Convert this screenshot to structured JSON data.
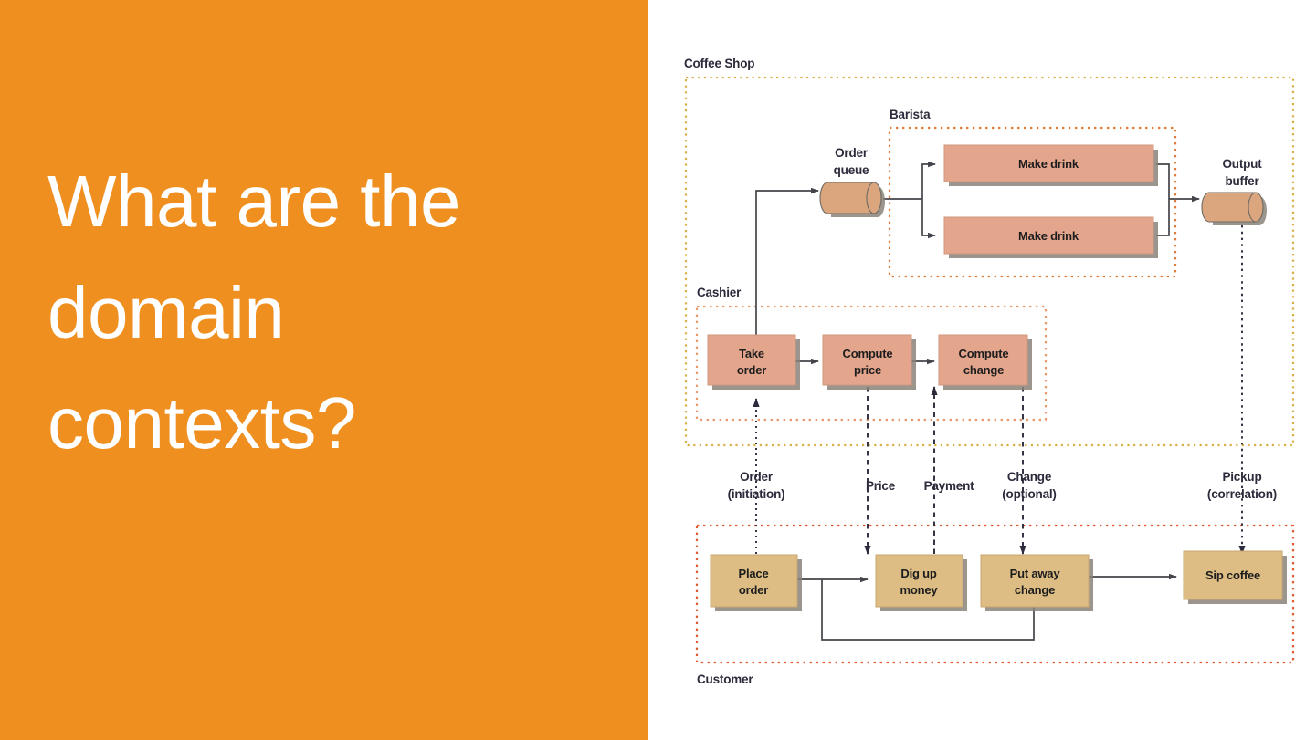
{
  "slide": {
    "title_line1": "What are the",
    "title_line2": "domain",
    "title_line3": "contexts?",
    "title_full": "What are the\ndomain\ncontexts?",
    "accent_color": "#ef8f1f",
    "title_color": "#ffffff",
    "background_color": "#ffffff"
  },
  "diagram": {
    "colors": {
      "coffee_shop_border": "#d8b04a",
      "barista_border": "#e07d3a",
      "cashier_border": "#e89a6e",
      "customer_border": "#e05a32",
      "process_fill": "#e4a58d",
      "customer_fill": "#ddbd84",
      "store_fill": "#dba57d",
      "shadow": "#8a8279",
      "line": "#44444a",
      "text": "#2b2b3c"
    },
    "contexts": [
      {
        "id": "coffee-shop",
        "label": "Coffee Shop"
      },
      {
        "id": "barista",
        "label": "Barista"
      },
      {
        "id": "cashier",
        "label": "Cashier"
      },
      {
        "id": "customer",
        "label": "Customer"
      }
    ],
    "stores": [
      {
        "id": "order-queue",
        "line1": "Order",
        "line2": "queue"
      },
      {
        "id": "output-buffer",
        "line1": "Output",
        "line2": "buffer"
      }
    ],
    "barista_nodes": [
      {
        "id": "make-drink-1",
        "label": "Make drink"
      },
      {
        "id": "make-drink-2",
        "label": "Make drink"
      }
    ],
    "cashier_nodes": [
      {
        "id": "take-order",
        "line1": "Take",
        "line2": "order"
      },
      {
        "id": "compute-price",
        "line1": "Compute",
        "line2": "price"
      },
      {
        "id": "compute-change",
        "line1": "Compute",
        "line2": "change"
      }
    ],
    "customer_nodes": [
      {
        "id": "place-order",
        "line1": "Place",
        "line2": "order"
      },
      {
        "id": "dig-up-money",
        "line1": "Dig up",
        "line2": "money"
      },
      {
        "id": "put-away-change",
        "line1": "Put away",
        "line2": "change"
      },
      {
        "id": "sip-coffee",
        "line1": "Sip coffee",
        "line2": ""
      }
    ],
    "flows": [
      {
        "id": "order",
        "line1": "Order",
        "line2": "(initiation)",
        "direction": "up"
      },
      {
        "id": "price",
        "line1": "Price",
        "line2": "",
        "direction": "down"
      },
      {
        "id": "payment",
        "line1": "Payment",
        "line2": "",
        "direction": "up"
      },
      {
        "id": "change",
        "line1": "Change",
        "line2": "(optional)",
        "direction": "down"
      },
      {
        "id": "pickup",
        "line1": "Pickup",
        "line2": "(correlation)",
        "direction": "down"
      }
    ]
  }
}
